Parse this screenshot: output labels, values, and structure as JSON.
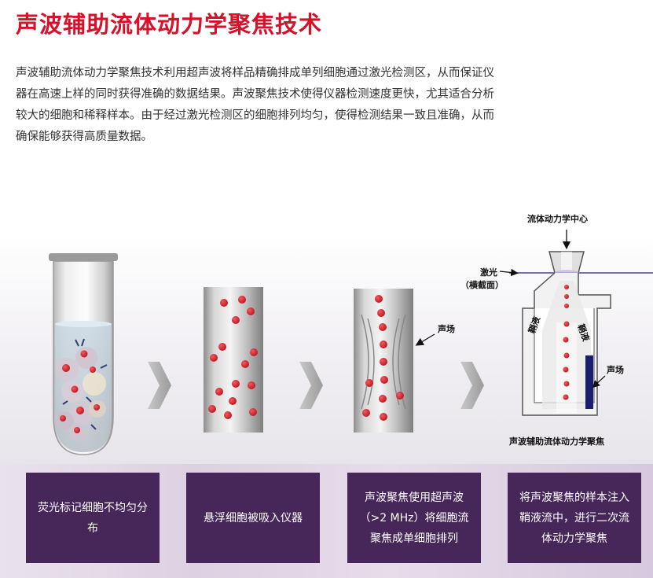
{
  "header": {
    "title": "声波辅助流体动力学聚焦技术",
    "paragraph": "声波辅助流体动力学聚焦技术利用超声波将样品精确排成单列细胞通过激光检测区，从而保证仪器在高速上样的同时获得准确的数据结果。声波聚焦技术使得仪器检测速度更快，尤其适合分析较大的细胞和稀释样本。由于经过激光检测区的细胞排列均匀，使得检测结果一致且准确，从而确保能够获得高质量数据。"
  },
  "diagram": {
    "label_hydro_center": "流体动力学中心",
    "label_laser": "激光",
    "label_laser_sub": "（横截面）",
    "label_sheath": "鞘液",
    "label_acoustic": "声场",
    "label_bottom": "声波辅助流体动力学聚焦"
  },
  "steps": [
    {
      "caption": "荧光标记细胞不均匀分布"
    },
    {
      "caption": "悬浮细胞被吸入仪器"
    },
    {
      "caption": "声波聚焦使用超声波（>2 MHz）将细胞流聚焦成单细胞排列"
    },
    {
      "caption": "将声波聚焦的样本注入鞘液流中，进行二次流体动力学聚焦"
    }
  ],
  "colors": {
    "title_red": "#d6112a",
    "cell_red": "#d11f28",
    "box_purple": "#47265a",
    "laser_purple": "#6a5a9c"
  },
  "icons": [
    "chevron-right-icon",
    "arrow-icon"
  ]
}
